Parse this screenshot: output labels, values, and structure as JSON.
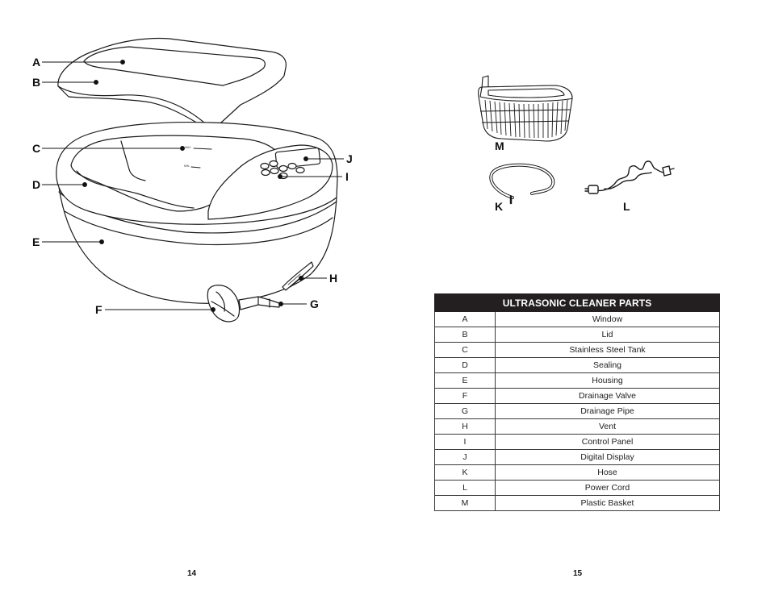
{
  "left_page": {
    "page_number": "14",
    "callouts": [
      "A",
      "B",
      "C",
      "D",
      "E",
      "F",
      "G",
      "H",
      "I",
      "J"
    ],
    "tank_marks": {
      "max": "MAX",
      "min": "MIN"
    }
  },
  "right_page": {
    "page_number": "15",
    "callouts": [
      "M",
      "K",
      "L"
    ],
    "parts_table": {
      "title": "ULTRASONIC CLEANER PARTS",
      "rows": [
        {
          "code": "A",
          "name": "Window"
        },
        {
          "code": "B",
          "name": "Lid"
        },
        {
          "code": "C",
          "name": "Stainless Steel Tank"
        },
        {
          "code": "D",
          "name": "Sealing"
        },
        {
          "code": "E",
          "name": "Housing"
        },
        {
          "code": "F",
          "name": "Drainage Valve"
        },
        {
          "code": "G",
          "name": "Drainage Pipe"
        },
        {
          "code": "H",
          "name": "Vent"
        },
        {
          "code": "I",
          "name": "Control Panel"
        },
        {
          "code": "J",
          "name": "Digital Display"
        },
        {
          "code": "K",
          "name": "Hose"
        },
        {
          "code": "L",
          "name": "Power Cord"
        },
        {
          "code": "M",
          "name": "Plastic Basket"
        }
      ]
    }
  }
}
